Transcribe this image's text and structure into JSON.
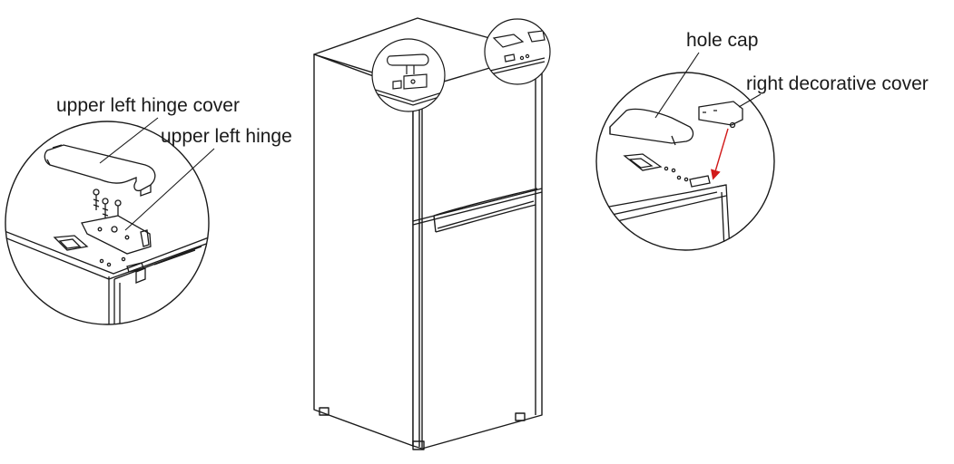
{
  "labels": {
    "upper_left_hinge_cover": "upper left hinge cover",
    "upper_left_hinge": "upper left hinge",
    "hole_cap": "hole cap",
    "right_decorative_cover": "right decorative cover"
  },
  "colors": {
    "line": "#1a1a1a",
    "arrow": "#d11a1a",
    "background": "#ffffff"
  }
}
